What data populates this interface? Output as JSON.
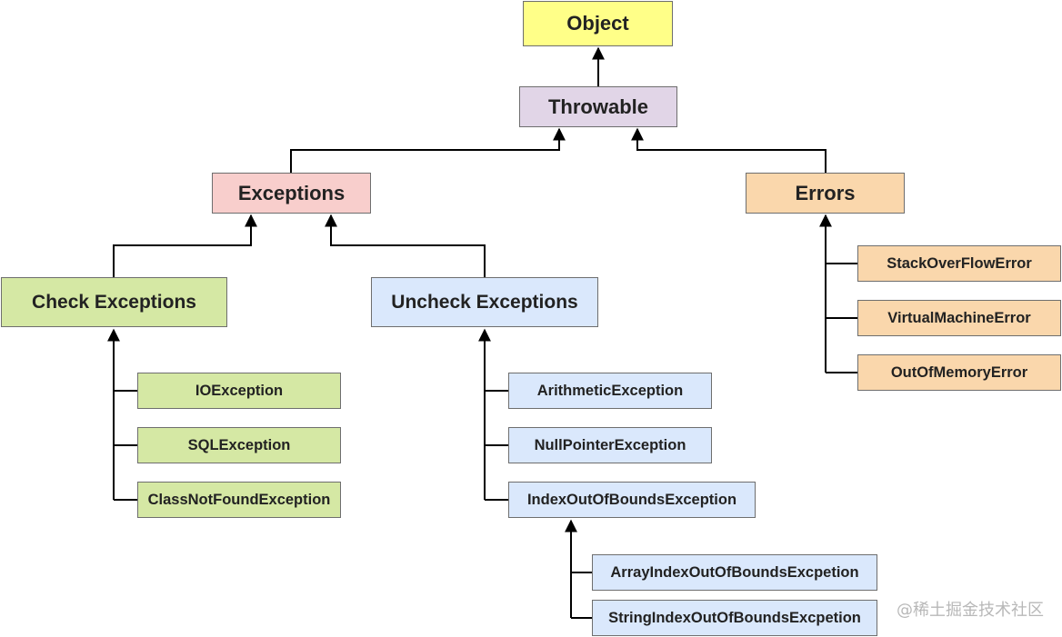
{
  "nodes": {
    "object": "Object",
    "throwable": "Throwable",
    "exceptions": "Exceptions",
    "errors": "Errors",
    "check_exceptions": "Check Exceptions",
    "uncheck_exceptions": "Uncheck Exceptions",
    "io_exception": "IOException",
    "sql_exception": "SQLException",
    "class_not_found_exception": "ClassNotFoundException",
    "arithmetic_exception": "ArithmeticException",
    "null_pointer_exception": "NullPointerException",
    "index_out_of_bounds_exception": "IndexOutOfBoundsException",
    "array_index_out_of_bounds": "ArrayIndexOutOfBoundsExcpetion",
    "string_index_out_of_bounds": "StringIndexOutOfBoundsExcpetion",
    "stack_overflow_error": "StackOverFlowError",
    "virtual_machine_error": "VirtualMachineError",
    "out_of_memory_error": "OutOfMemoryError"
  },
  "watermark": "@稀土掘金技术社区",
  "colors": {
    "object": "#ffff88",
    "throwable": "#e1d5e7",
    "exceptions": "#f8cecc",
    "errors": "#fad7ac",
    "checked": "#d5e8a4",
    "unchecked": "#dae8fc",
    "connector": "#000000"
  }
}
